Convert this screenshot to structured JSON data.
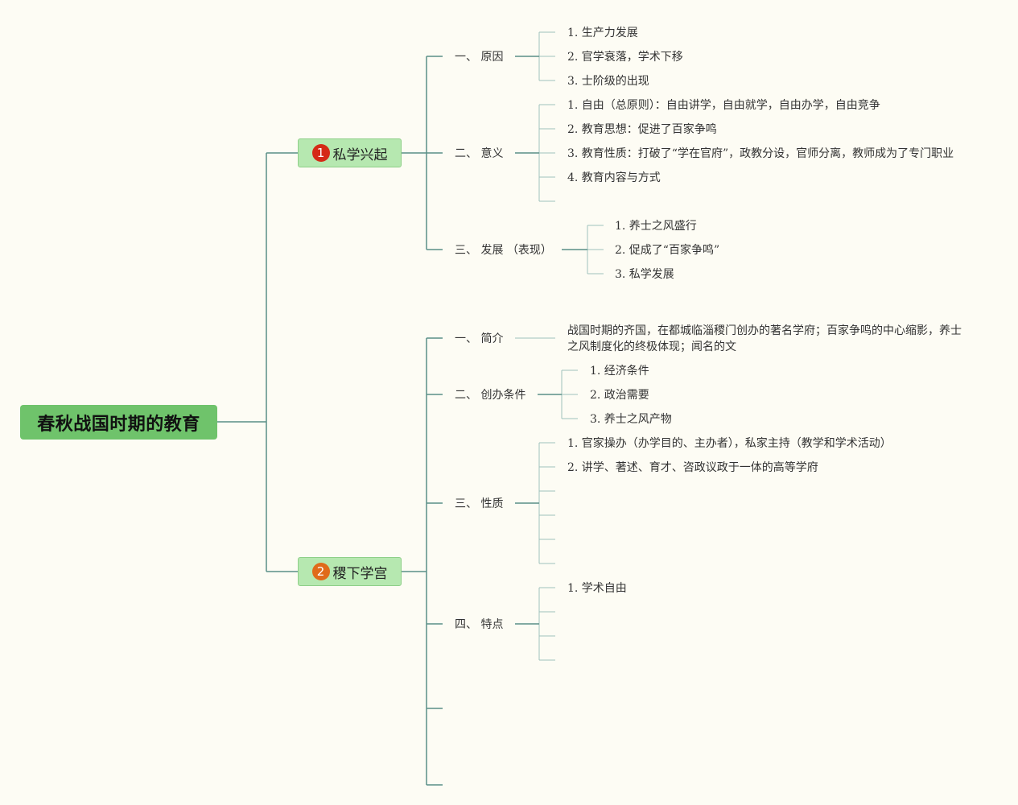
{
  "root": "春秋战国时期的教育",
  "branches": [
    {
      "badge": "1",
      "badge_color": "#d52a17",
      "label": "私学兴起",
      "subs": [
        {
          "label": "一、 原因",
          "items": [
            "1. 生产力发展",
            "2. 官学衰落，学术下移",
            "3. 士阶级的出现"
          ]
        },
        {
          "label": "二、 意义",
          "items": [
            "1. 自由（总原则）：自由讲学，自由就学，自由办学，自由竞争",
            "2. 教育思想：促进了百家争鸣",
            "3. 教育性质：打破了“学在官府”，政教分设，官师分离，教师成为了专门职业",
            "4. 教育内容与方式"
          ]
        },
        {
          "label": "三、 发展 （表现）",
          "items": [
            "1. 养士之风盛行",
            "2. 促成了“百家争鸣”",
            "3. 私学发展"
          ]
        }
      ]
    },
    {
      "badge": "2",
      "badge_color": "#e06b1a",
      "label": "稷下学宫",
      "subs": [
        {
          "label": "一、 简介",
          "items": [
            "战国时期的齐国，在都城临淄稷门创办的著名学府；百家争鸣的中心缩影，养士之风制度化的终极体现；闻名的文"
          ]
        },
        {
          "label": "二、 创办条件",
          "items": [
            "1. 经济条件",
            "2. 政治需要",
            "3. 养士之风产物"
          ]
        },
        {
          "label": "三、 性质",
          "items": [
            "1. 官家操办（办学目的、主办者），私家主持（教学和学术活动）",
            "2. 讲学、著述、育才、咨政议政于一体的高等学府"
          ]
        },
        {
          "label": "四、 特点",
          "items": [
            "1. 学术自由"
          ]
        }
      ]
    }
  ]
}
